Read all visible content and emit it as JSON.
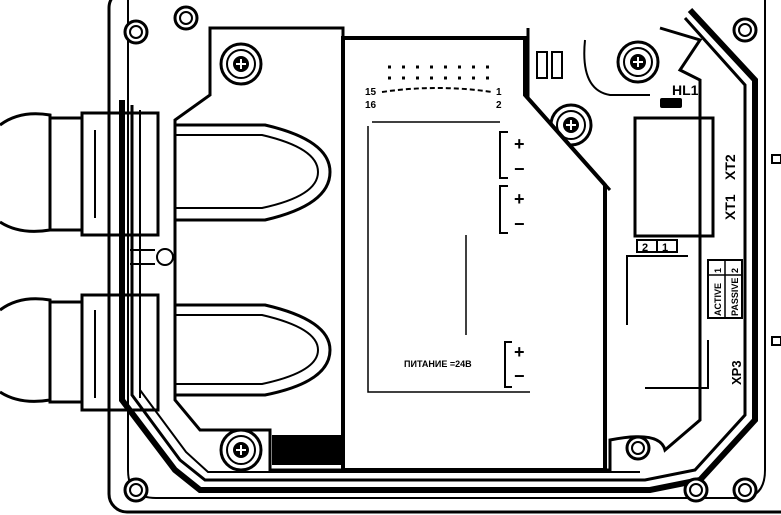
{
  "connector": {
    "pin_top_left": "15",
    "pin_top_right": "1",
    "pin_bottom_left": "16",
    "pin_bottom_right": "2"
  },
  "terminals": {
    "plus": "+",
    "minus": "−",
    "power_label": "ПИТАНИЕ =24В"
  },
  "board": {
    "led_label": "HL1",
    "xt2_label": "XT2",
    "xt1_label": "XT1",
    "xp3_label": "XP3",
    "jumper_pin_2": "2",
    "jumper_pin_1": "1",
    "mode_table": [
      {
        "mode": "ACTIVE",
        "num": "1"
      },
      {
        "mode": "PASSIVE",
        "num": "2"
      }
    ]
  },
  "colors": {
    "line": "#000000",
    "background": "#ffffff"
  }
}
